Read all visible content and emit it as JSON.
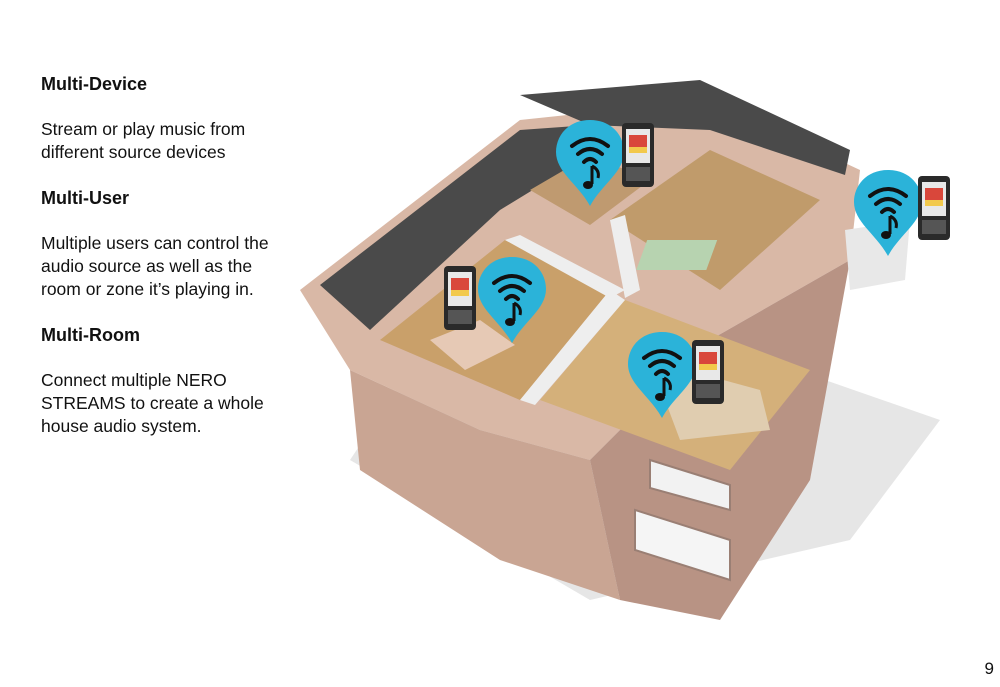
{
  "sections": [
    {
      "title": "Multi-Device",
      "body": "Stream or play music from\ndifferent source devices"
    },
    {
      "title": "Multi-User",
      "body": "Multiple users can control the\naudio source as well as the\nroom or zone it’s playing in."
    },
    {
      "title": "Multi-Room",
      "body": "Connect multiple NERO\nSTREAMS to create a whole\nhouse audio system."
    }
  ],
  "page_number": "9",
  "colors": {
    "wall": "#d9b8a6",
    "roof": "#4a4a4a",
    "floor": "#c9a06a",
    "pin": "#2bb3d9",
    "phone": "#2a2a2a"
  },
  "icons": [
    "wifi-music-pin-icon",
    "smartphone-icon"
  ]
}
